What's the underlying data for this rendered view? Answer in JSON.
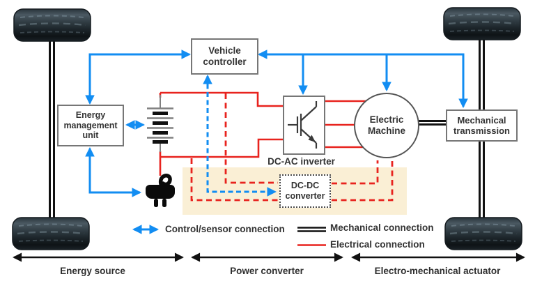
{
  "boxes": {
    "vehicle_controller": {
      "line1": "Vehicle",
      "line2": "controller"
    },
    "energy_management_unit": {
      "line1": "Energy",
      "line2": "management",
      "line3": "unit"
    },
    "electric_machine": {
      "line1": "Electric",
      "line2": "Machine"
    },
    "mechanical_transmission": {
      "line1": "Mechanical",
      "line2": "transmission"
    },
    "dc_dc_converter": {
      "line1": "DC-DC",
      "line2": "converter"
    },
    "dc_ac_inverter_label": "DC-AC inverter"
  },
  "legend": {
    "control": "Control/sensor connection",
    "mechanical": "Mechanical connection",
    "electrical": "Electrical connection"
  },
  "zones": {
    "energy_source": "Energy source",
    "power_converter": "Power converter",
    "electro_mechanical_actuator": "Electro-mechanical actuator"
  },
  "colors": {
    "control_blue": "#128df2",
    "electrical_red": "#e8231e",
    "mechanical_black": "#111111",
    "zone_background": "#faefd5",
    "box_border_gray": "#767676"
  },
  "icons": {
    "tire": "tire-icon",
    "battery": "battery-icon",
    "charging_plug": "charging-plug-icon",
    "igbt": "igbt-icon"
  }
}
